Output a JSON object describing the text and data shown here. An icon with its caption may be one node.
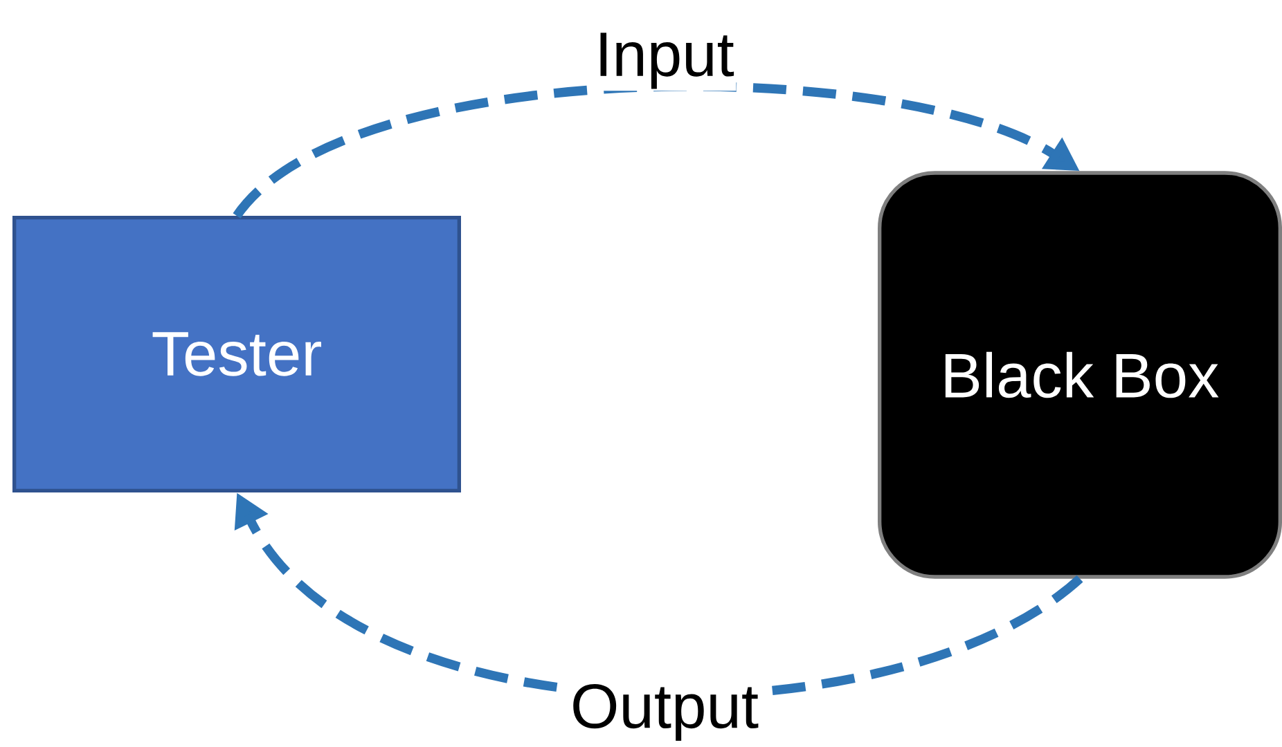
{
  "diagram": {
    "nodes": [
      {
        "text": [
          "Tester"
        ]
      },
      {
        "text": [
          "Black Box"
        ]
      }
    ],
    "edges": [
      {
        "from": 0,
        "to": 1,
        "arrow": "to",
        "label": "Input",
        "style": "dashed"
      },
      {
        "from": 1,
        "to": 0,
        "arrow": "to",
        "label": "Output",
        "style": "dashed"
      }
    ]
  }
}
